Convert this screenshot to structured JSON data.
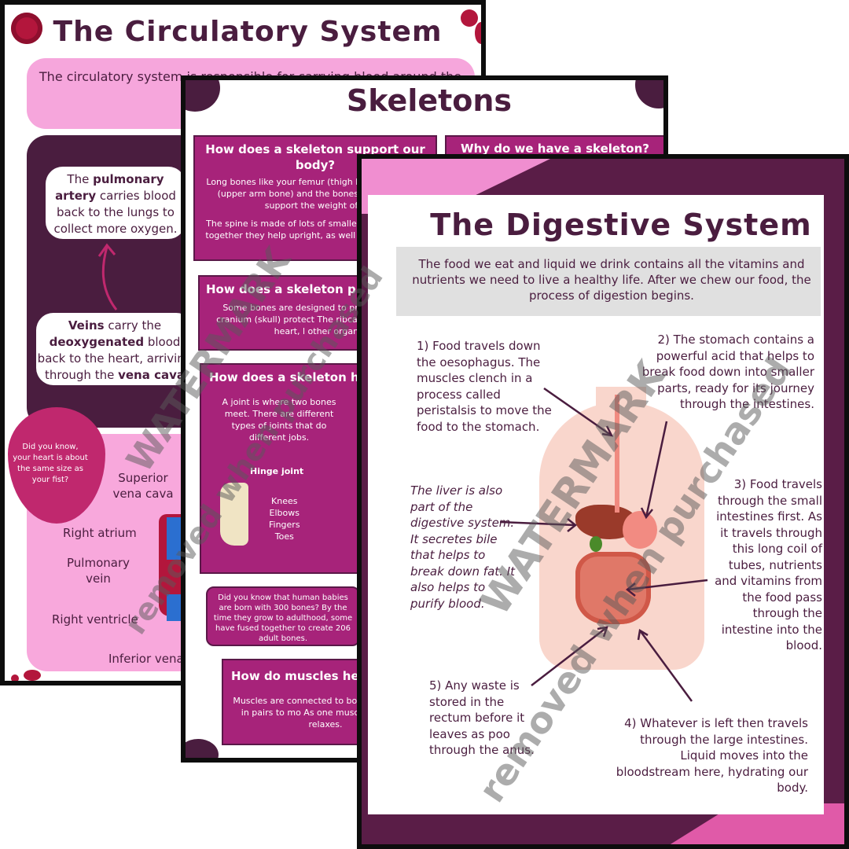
{
  "circulatory": {
    "title": "The Circulatory System",
    "intro": "The circulatory system is responsible for carrying blood around the body, oxygen and",
    "pulmonary": [
      "The ",
      "pulmonary",
      " ",
      "artery",
      " carries blood back to the lungs to collect more oxygen."
    ],
    "veins": [
      "Veins",
      " carry the ",
      "deoxygenated",
      " blood back to the heart, arriving through the ",
      "vena cava"
    ],
    "heart_fact": "Did you know, your heart is about the same size as your fist?",
    "labels": {
      "superior": "Superior vena cava",
      "right_atrium": "Right atrium",
      "pulmonary_vein": "Pulmonary vein",
      "right_ventricle": "Right ventricle",
      "inferior": "Inferior vena"
    }
  },
  "skeletons": {
    "title": "Skeletons",
    "box1_heading": "How does a skeleton support our body?",
    "box1_body_a": "Long bones like your femur (thigh bone), humerus (upper arm bone) and the bones of your toes support the weight of y",
    "box1_body_b": "The spine is made of lots of smaller vertebrae and together they help upright, as well as letting us be",
    "box2_heading": "Why do we have a skeleton?",
    "box3_heading": "How does a skeleton pro",
    "box3_body": "Some bones are designed to pro organs. The cranium (skull) protect The ribcage protects our heart, l other organs.",
    "box4_heading": "How does a skeleton he",
    "box4_body": "A joint is where two bones meet. There are different types of joints that do different jobs.",
    "hinge_label": "Hinge joint",
    "hinge_list": "Knees\nElbows\nFingers\nToes",
    "babies_fact": "Did you know that human babies are born with 300 bones? By the time they grow to adulthood, some have fused together to create 206 adult bones.",
    "box5_heading": "How do muscles hel",
    "box5_body": "Muscles are connected to bo Muscles work in pairs to mo As one muscle contracts relaxes."
  },
  "digestive": {
    "title": "The Digestive System",
    "intro": "The food we eat and liquid we drink contains all the vitamins and nutrients we need to live a healthy life. After we chew our food, the process of digestion begins.",
    "step1": "1) Food travels down the oesophagus. The muscles clench in a process called peristalsis to move the food to the stomach.",
    "step2": "2) The stomach contains a powerful acid that helps to break food down into smaller parts, ready for its journey through the intestines.",
    "liver": "The liver is also part of the digestive system. It secretes bile that helps to break down fat. It also helps to purify blood.",
    "step3": "3) Food travels through the small intestines first. As it travels through this long coil of tubes, nutrients and vitamins from the food pass through the intestine into the blood.",
    "step5": "5) Any waste is stored in the rectum before it leaves as poo through the anus.",
    "step4": "4) Whatever is left then travels through the large intestines. Liquid moves into the bloodstream here, hydrating our body."
  },
  "watermark": {
    "word": "WATERMARK",
    "line2": "removed when purchased"
  },
  "colors": {
    "plum": "#4a1d3f",
    "magenta": "#a7237a",
    "pink": "#f6a6dc",
    "grey": "#e0e0e0"
  }
}
